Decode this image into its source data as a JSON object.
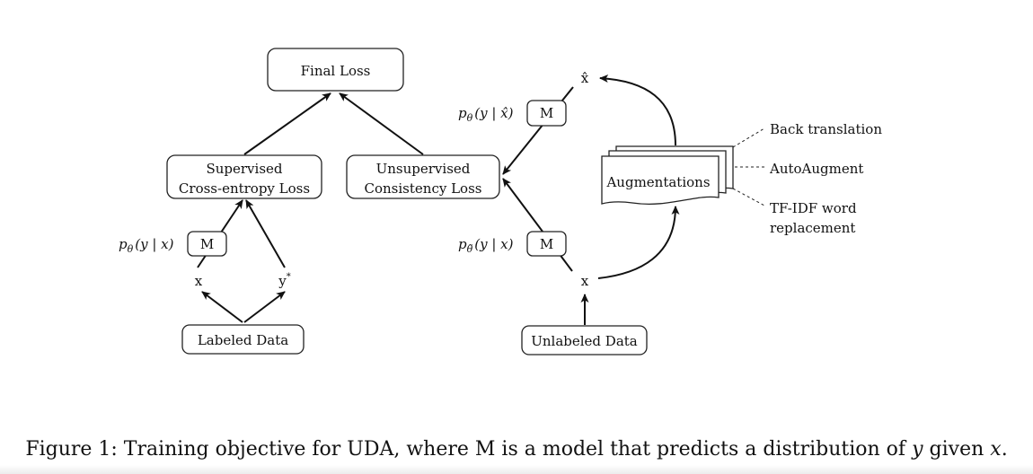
{
  "nodes": {
    "final_loss": "Final Loss",
    "supervised_line1": "Supervised",
    "supervised_line2": "Cross-entropy Loss",
    "unsupervised_line1": "Unsupervised",
    "unsupervised_line2": "Consistency Loss",
    "labeled_data": "Labeled Data",
    "unlabeled_data": "Unlabeled Data",
    "augmentations": "Augmentations",
    "model": "M"
  },
  "variables": {
    "x_labeled": "x",
    "y_star": "y",
    "star": "*",
    "x_unlabeled": "x",
    "x_hat": "x̂"
  },
  "model_labels": {
    "supervised": {
      "p": "p",
      "sub": "θ",
      "args": "(y | x)"
    },
    "augmented": {
      "p": "p",
      "sub": "θ",
      "args": "(y | x̂)"
    },
    "unlabeled": {
      "p": "p",
      "sub": "θ̃",
      "args": "(y | x)"
    }
  },
  "augmentation_methods": {
    "back_translation": "Back translation",
    "autoaugment": "AutoAugment",
    "tfidf_line1": "TF-IDF word",
    "tfidf_line2": "replacement"
  },
  "caption": {
    "prefix": "Figure 1: Training objective for UDA, where M is a model that predicts a distribution of",
    "var_y": "y",
    "middle": "given",
    "var_x": "x",
    "suffix": "."
  }
}
